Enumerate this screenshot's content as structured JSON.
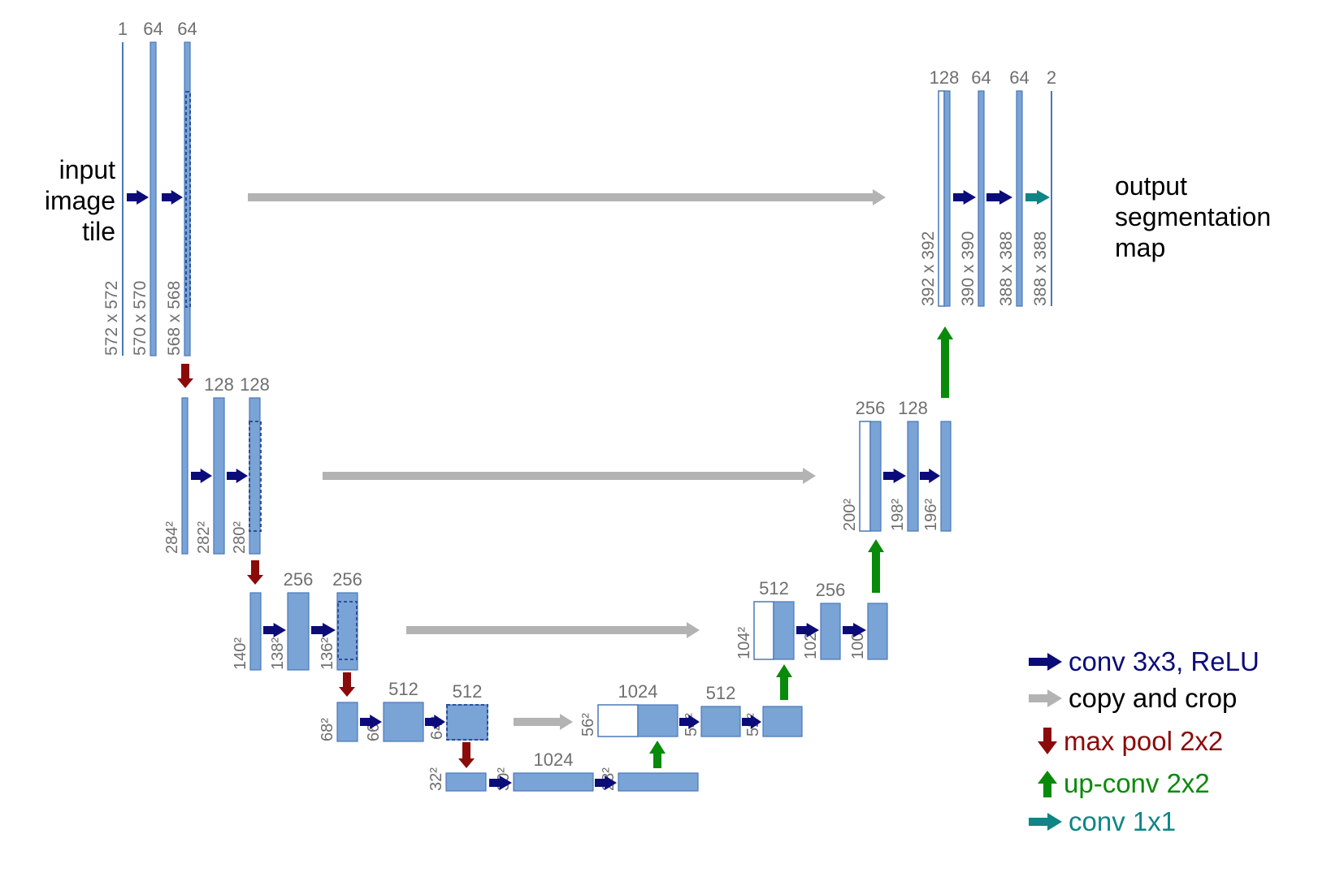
{
  "colors": {
    "block": "#7aa3d6",
    "block_edge": "#4a78b8",
    "dim_text": "#6f6f6f",
    "conv": "#0b0b7a",
    "copy": "#b3b3b3",
    "pool": "#8b0a0a",
    "upconv": "#0a8a0a",
    "conv1x1": "#0f8585"
  },
  "icons": {
    "conv": "right-arrow-navy",
    "copy": "right-arrow-gray",
    "pool": "down-arrow-darkred",
    "upconv": "up-arrow-green",
    "conv1x1": "right-arrow-teal"
  },
  "input_label": [
    "input",
    "image",
    "tile"
  ],
  "output_label": [
    "output",
    "segmentation",
    "map"
  ],
  "legend": {
    "conv": "conv 3x3, ReLU",
    "copy": "copy and crop",
    "pool": "max pool 2x2",
    "upconv": "up-conv 2x2",
    "conv1x1": "conv 1x1"
  },
  "blocks": [
    {
      "id": "enc1-in",
      "channels": "1",
      "size": "572 x 572"
    },
    {
      "id": "enc1-c1",
      "channels": "64",
      "size": "570 x 570"
    },
    {
      "id": "enc1-c2",
      "channels": "64",
      "size": "568 x 568"
    },
    {
      "id": "enc2-pool",
      "channels": "",
      "size": "284²"
    },
    {
      "id": "enc2-c1",
      "channels": "128",
      "size": "282²"
    },
    {
      "id": "enc2-c2",
      "channels": "128",
      "size": "280²"
    },
    {
      "id": "enc3-pool",
      "channels": "",
      "size": "140²"
    },
    {
      "id": "enc3-c1",
      "channels": "256",
      "size": "138²"
    },
    {
      "id": "enc3-c2",
      "channels": "256",
      "size": "136²"
    },
    {
      "id": "enc4-pool",
      "channels": "",
      "size": "68²"
    },
    {
      "id": "enc4-c1",
      "channels": "512",
      "size": "66²"
    },
    {
      "id": "enc4-c2",
      "channels": "512",
      "size": "64²"
    },
    {
      "id": "bot-pool",
      "channels": "",
      "size": "32²"
    },
    {
      "id": "bot-c1",
      "channels": "1024",
      "size": "30²"
    },
    {
      "id": "bot-c2",
      "channels": "",
      "size": "28²"
    },
    {
      "id": "dec4-cat",
      "channels": "1024",
      "size": "56²"
    },
    {
      "id": "dec4-c1",
      "channels": "512",
      "size": "54²"
    },
    {
      "id": "dec4-c2",
      "channels": "",
      "size": "52²"
    },
    {
      "id": "dec3-cat",
      "channels": "512",
      "size": "104²"
    },
    {
      "id": "dec3-c1",
      "channels": "256",
      "size": "102²"
    },
    {
      "id": "dec3-c2",
      "channels": "",
      "size": "100²"
    },
    {
      "id": "dec2-cat",
      "channels": "256",
      "size": "200²"
    },
    {
      "id": "dec2-c1",
      "channels": "128",
      "size": "198²"
    },
    {
      "id": "dec2-c2",
      "channels": "",
      "size": "196²"
    },
    {
      "id": "dec1-cat",
      "channels": "128",
      "size": "392 x 392"
    },
    {
      "id": "dec1-c1",
      "channels": "64",
      "size": "390 x 390"
    },
    {
      "id": "dec1-c2",
      "channels": "64",
      "size": "388 x 388"
    },
    {
      "id": "out",
      "channels": "2",
      "size": "388 x 388"
    }
  ]
}
